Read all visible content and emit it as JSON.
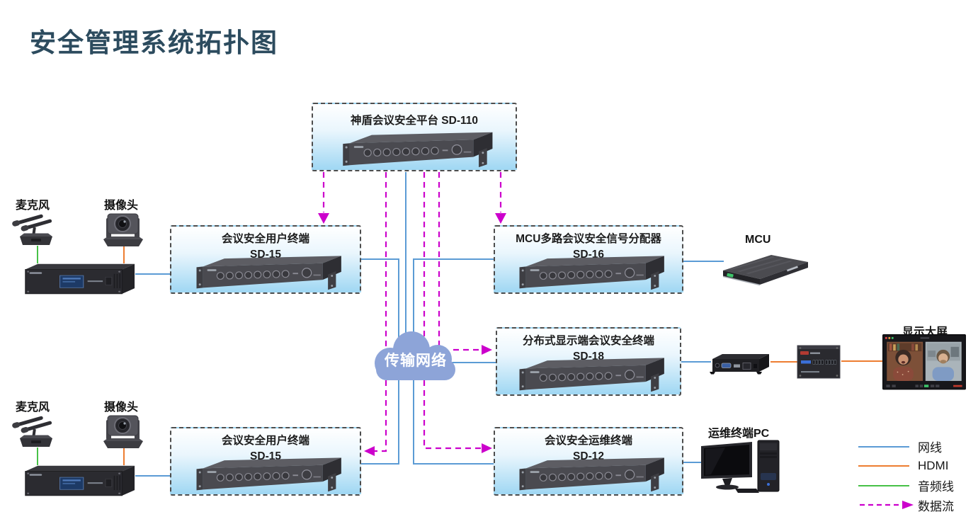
{
  "title": "安全管理系统拓扑图",
  "colors": {
    "title": "#2c4b5e",
    "box_border": "#4d4d4d",
    "box_fill": "#9fd7f3",
    "cloud": "#8da4d8",
    "net": "#5b9bd5",
    "hdmi": "#ed7d31",
    "audio": "#47c147",
    "flow": "#cc00cc"
  },
  "nodes": {
    "platform": {
      "label": "神盾会议安全平台 SD-110",
      "device": "rack-server-1u"
    },
    "user_terminal_top": {
      "line1": "会议安全用户终端",
      "line2": "SD-15",
      "device": "rack-server-1u"
    },
    "mcu_distributor": {
      "line1": "MCU多路会议安全信号分配器",
      "line2": "SD-16",
      "device": "rack-server-1u"
    },
    "display_terminal": {
      "line1": "分布式显示端会议安全终端",
      "line2": "SD-18",
      "device": "rack-server-1u"
    },
    "user_terminal_bottom": {
      "line1": "会议安全用户终端",
      "line2": "SD-15",
      "device": "rack-server-1u"
    },
    "ops_terminal": {
      "line1": "会议安全运维终端",
      "line2": "SD-12",
      "device": "rack-server-1u"
    },
    "cloud": {
      "label": "传输网络"
    }
  },
  "peripherals": {
    "mic_top": "麦克风",
    "camera_top": "摄像头",
    "mic_bottom": "麦克风",
    "camera_bottom": "摄像头",
    "mcu": "MCU",
    "big_display": "显示大屏",
    "ops_pc": "运维终端PC"
  },
  "legend": {
    "items": [
      {
        "label": "网线",
        "style": "solid",
        "color": "#5b9bd5"
      },
      {
        "label": "HDMI",
        "style": "solid",
        "color": "#ed7d31"
      },
      {
        "label": "音频线",
        "style": "solid",
        "color": "#47c147"
      },
      {
        "label": "数据流",
        "style": "dashed-arrow",
        "color": "#cc00cc"
      }
    ]
  }
}
